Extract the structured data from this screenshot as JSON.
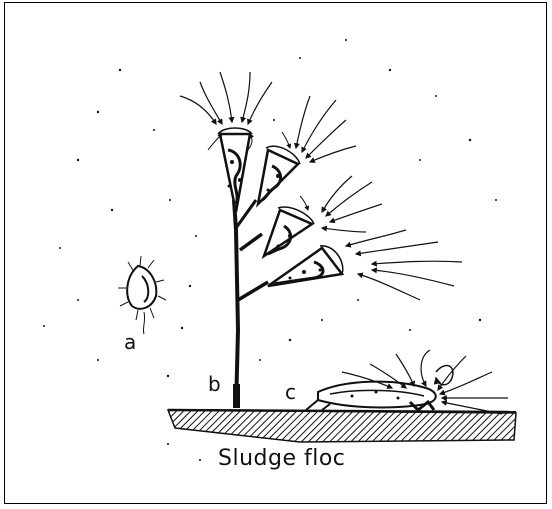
{
  "labels": {
    "a": "a",
    "b": "b",
    "c": "c"
  },
  "caption": "Sludge floc",
  "colors": {
    "ink": "#111111",
    "background": "#ffffff"
  }
}
